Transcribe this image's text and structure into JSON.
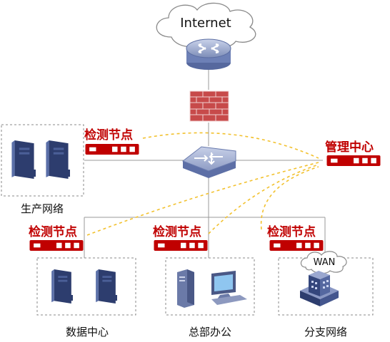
{
  "diagram": {
    "internet_label": "Internet",
    "wan_label": "WAN",
    "management_center_label": "管理中心",
    "detection_node_label": "检测节点",
    "zones": {
      "production": "生产网络",
      "datacenter": "数据中心",
      "headquarters": "总部办公",
      "branch": "分支网络"
    }
  },
  "colors": {
    "device_red": "#c00000",
    "dashed_flow": "#f2c12e",
    "link_gray": "#9a9a9a",
    "device_blue": "#3a4f8c"
  }
}
